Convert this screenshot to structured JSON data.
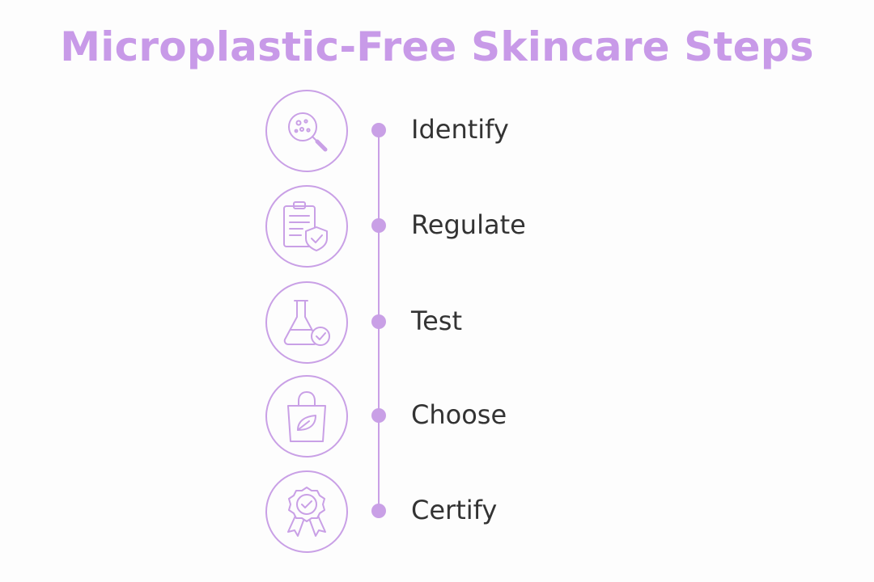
{
  "title": "Microplastic-Free Skincare Steps",
  "colors": {
    "accent": "#c9a0e6",
    "title": "#c89ae8",
    "label": "#333333"
  },
  "steps": [
    {
      "label": "Identify",
      "icon": "magnifier-particles-icon"
    },
    {
      "label": "Regulate",
      "icon": "clipboard-shield-icon"
    },
    {
      "label": "Test",
      "icon": "flask-check-icon"
    },
    {
      "label": "Choose",
      "icon": "leaf-bag-icon"
    },
    {
      "label": "Certify",
      "icon": "award-badge-icon"
    }
  ]
}
